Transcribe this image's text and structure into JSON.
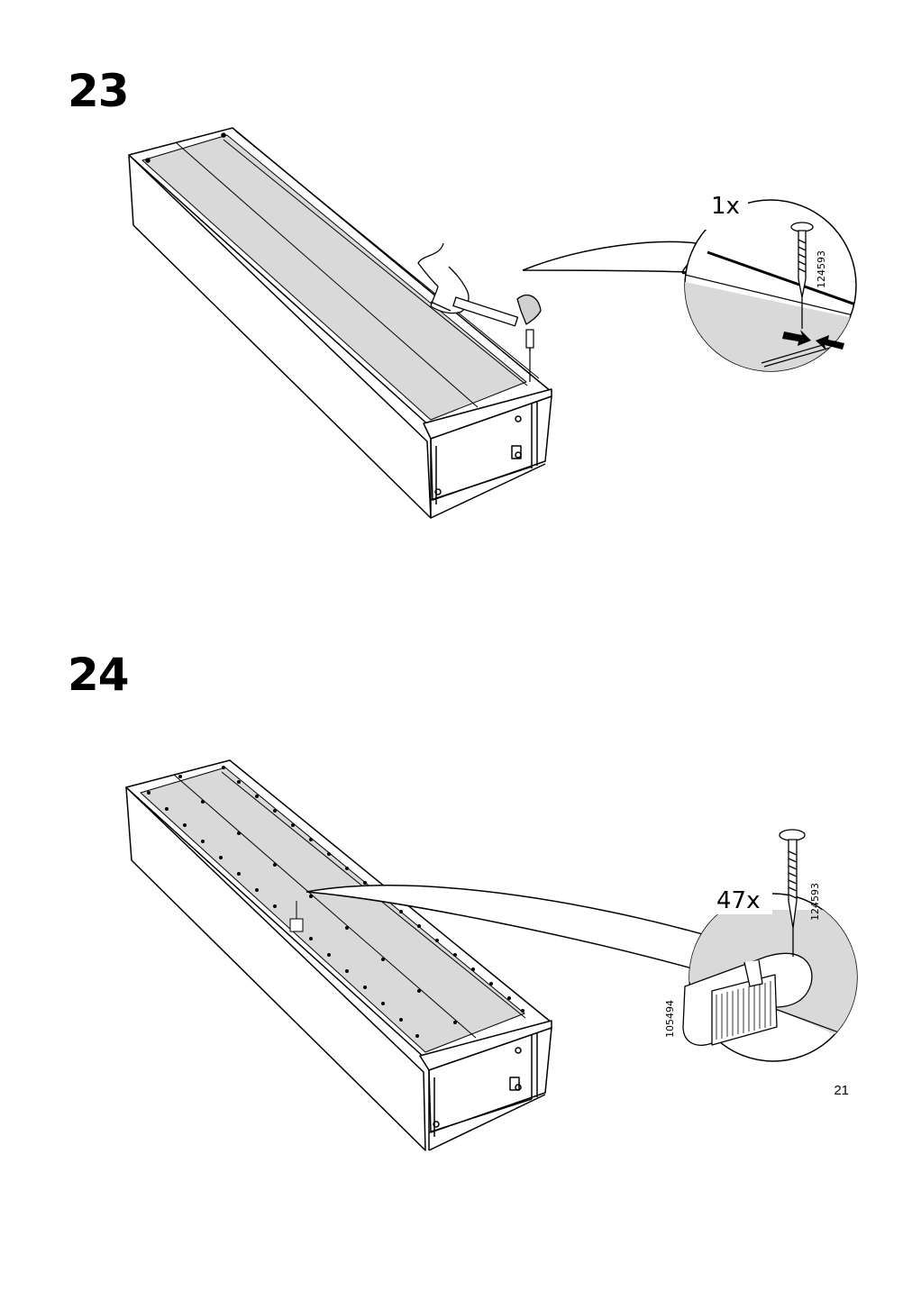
{
  "steps": [
    {
      "number": "23",
      "callout": {
        "quantity": "1x",
        "part_number": "124593"
      }
    },
    {
      "number": "24",
      "callout": {
        "quantity": "47x",
        "part_number": "124593",
        "tool_number": "105494"
      }
    }
  ],
  "page_number": "21",
  "colors": {
    "panel_fill": "#d9d9d9",
    "line": "#000000",
    "background": "#ffffff"
  },
  "icons": [
    "hand-with-hammer-icon",
    "nail-icon",
    "nail-guide-tool-icon",
    "press-arrows-icon"
  ]
}
